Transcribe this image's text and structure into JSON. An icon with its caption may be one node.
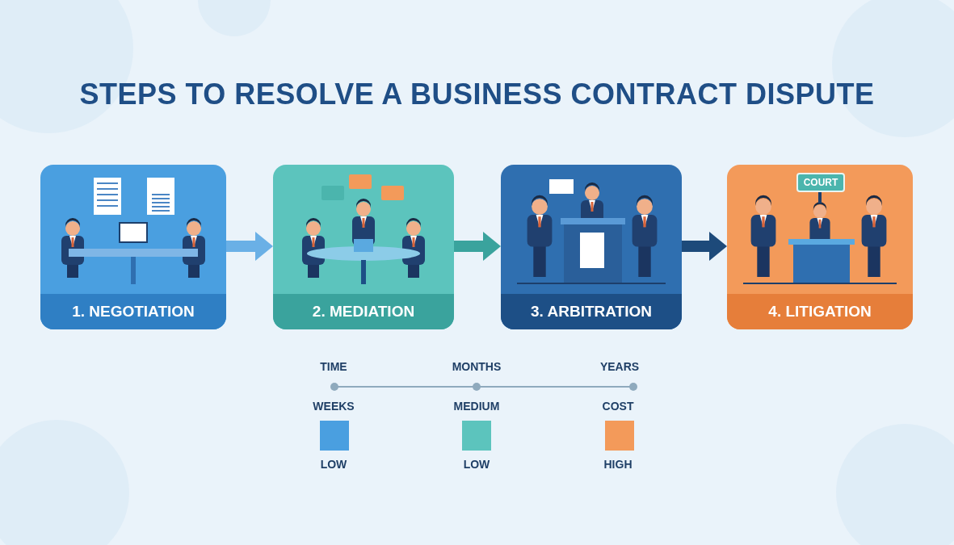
{
  "diagram": {
    "title": "STEPS TO RESOLVE A BUSINESS CONTRACT DISPUTE",
    "nodes": [
      {
        "text": [
          "1. NEGOTIATION"
        ]
      },
      {
        "text": [
          "2. MEDIATION"
        ]
      },
      {
        "text": [
          "3. ARBITRATION"
        ]
      },
      {
        "text": [
          "4. LITIGATION"
        ]
      },
      {
        "text": [
          "COURT"
        ],
        "in": 3
      }
    ],
    "edges": [
      {
        "from": 0,
        "to": 1,
        "arrow": "to",
        "color": "#6ab0e6"
      },
      {
        "from": 1,
        "to": 2,
        "arrow": "to",
        "color": "#3aa39d"
      },
      {
        "from": 2,
        "to": 3,
        "arrow": "to",
        "color": "#1d4a7a"
      }
    ],
    "labels": [
      "TIME",
      "MONTHS",
      "YEARS",
      "WEEKS",
      "MEDIUM",
      "COST",
      "LOW",
      "LOW",
      "HIGH"
    ]
  }
}
